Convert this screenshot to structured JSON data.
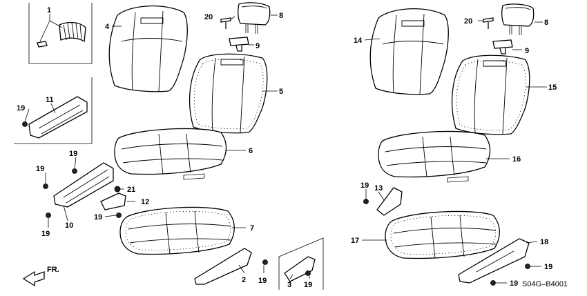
{
  "callouts": [
    "1",
    "2",
    "3",
    "4",
    "5",
    "6",
    "7",
    "8",
    "8",
    "9",
    "9",
    "10",
    "11",
    "12",
    "13",
    "14",
    "15",
    "16",
    "17",
    "18",
    "19",
    "19",
    "19",
    "19",
    "19",
    "19",
    "19",
    "19",
    "19",
    "19",
    "20",
    "20",
    "21"
  ],
  "diagram_code": "S04G–B4001",
  "direction": {
    "label": "FR.",
    "icon": "arrow-front-icon"
  },
  "colors": {
    "line": "#000000",
    "background": "#ffffff"
  }
}
